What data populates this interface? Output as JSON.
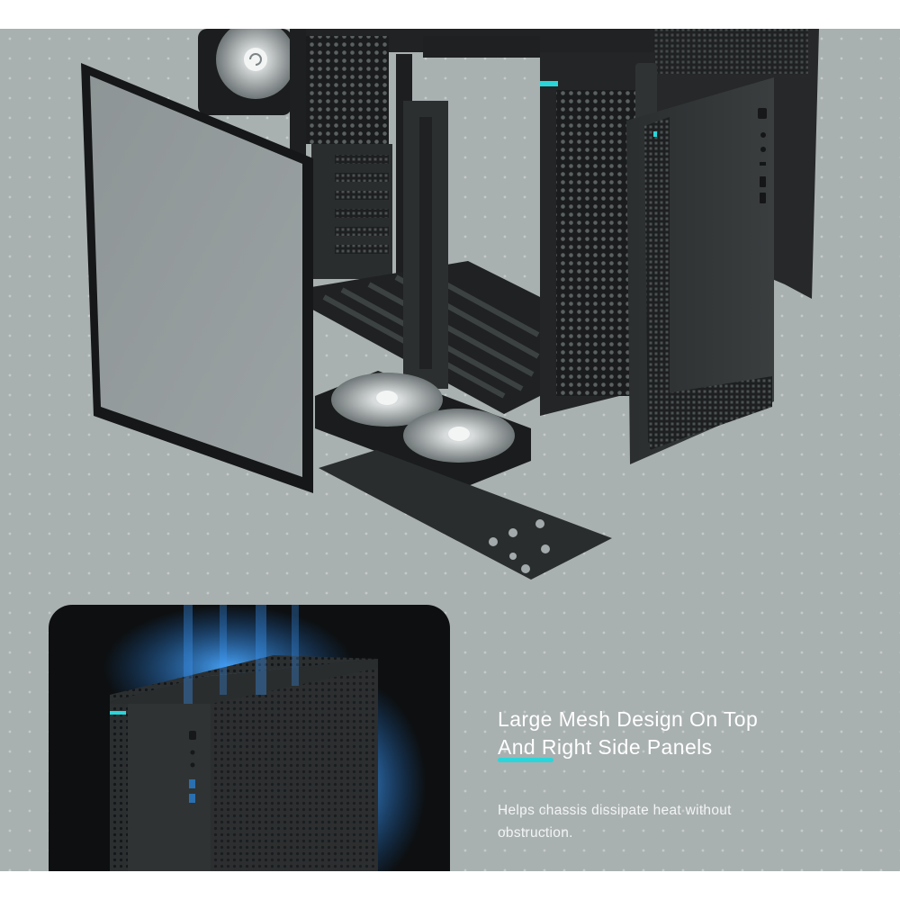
{
  "feature": {
    "headline_line1": "Large Mesh Design On Top",
    "headline_line2": "And Right Side Panels",
    "description_line1": "Helps chassis dissipate heat without",
    "description_line2": "obstruction."
  },
  "colors": {
    "stage_background": "#a9b0b0",
    "panel_dark": "#1e2021",
    "accent_cyan": "#2ad6d9",
    "card_background": "#0d0f10",
    "airflow_blue": "#2d8fe8"
  },
  "icons": [
    "fan-icon",
    "fan-hub-logo-icon",
    "usb-port-icon",
    "power-button-icon"
  ]
}
